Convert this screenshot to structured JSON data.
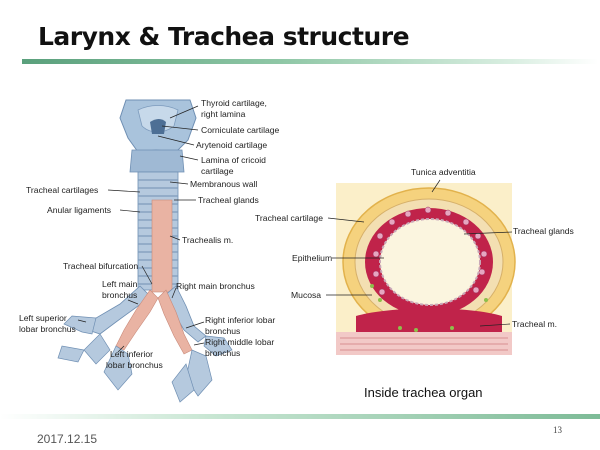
{
  "slide": {
    "title": "Larynx & Trachea structure",
    "date": "2017.12.15",
    "page_number": "13",
    "caption": "Inside trachea organ"
  },
  "left_diagram": {
    "labels": {
      "thyroid_1": "Thyroid cartilage,",
      "thyroid_2": "right lamina",
      "corniculate": "Corniculate cartilage",
      "arytenoid": "Arytenoid cartilage",
      "cricoid_1": "Lamina of cricoid",
      "cricoid_2": "cartilage",
      "membranous": "Membranous wall",
      "tracheal_cartilages": "Tracheal cartilages",
      "tracheal_glands": "Tracheal glands",
      "anular": "Anular ligaments",
      "trachealis": "Trachealis m.",
      "bifurcation": "Tracheal bifurcation",
      "left_main_1": "Left main",
      "left_main_2": "bronchus",
      "right_main": "Right main bronchus",
      "left_sup_1": "Left superior",
      "left_sup_2": "lobar bronchus",
      "right_inf_1": "Right inferior lobar",
      "right_inf_2": "bronchus",
      "right_mid_1": "Right middle lobar",
      "right_mid_2": "bronchus",
      "left_inf_1": "Left inferior",
      "left_inf_2": "lobar bronchus"
    }
  },
  "right_diagram": {
    "labels": {
      "adventitia": "Tunica adventitia",
      "cartilage": "Tracheal cartilage",
      "glands": "Tracheal glands",
      "epithelium": "Epithelium",
      "mucosa": "Mucosa",
      "muscle": "Tracheal m."
    }
  }
}
